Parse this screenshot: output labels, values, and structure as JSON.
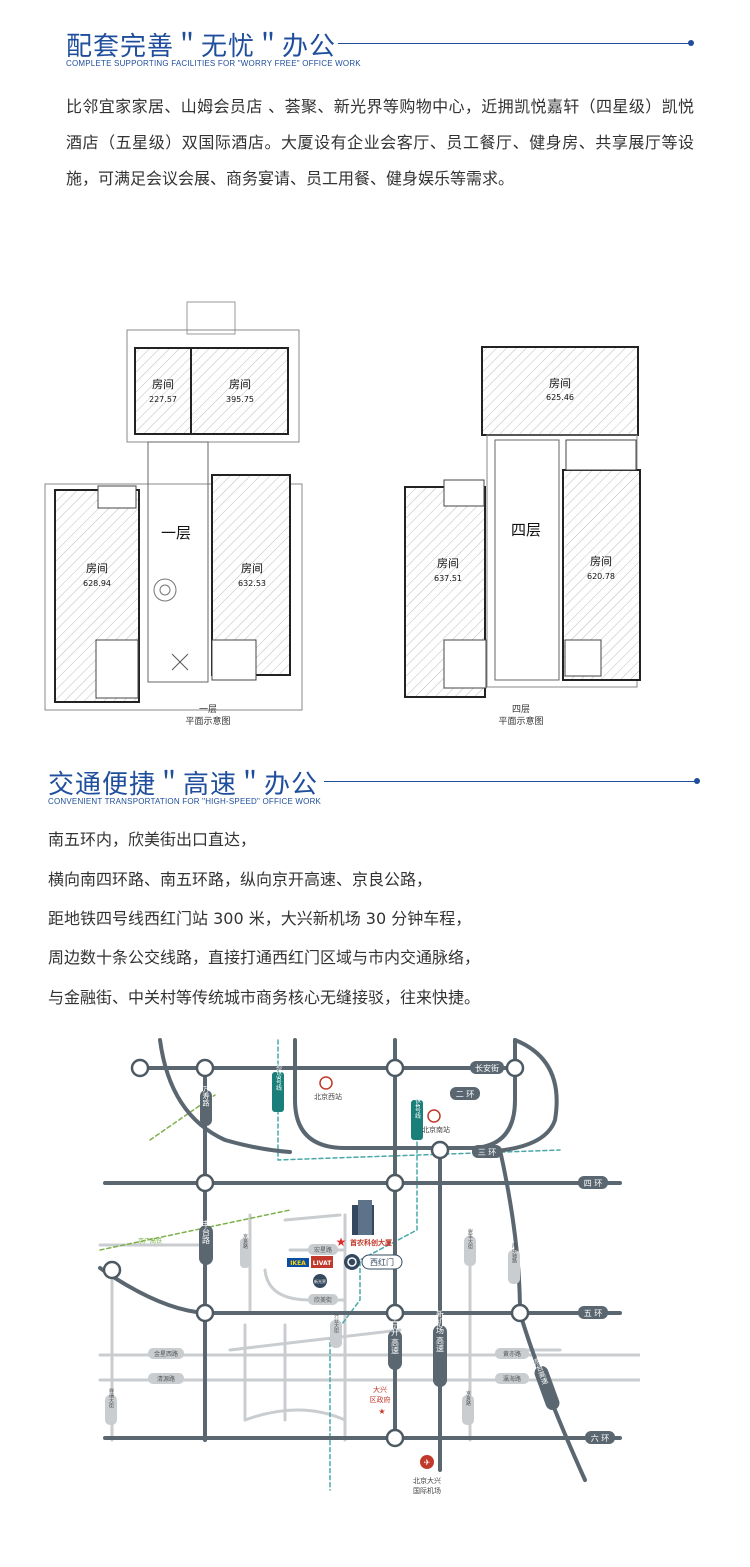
{
  "section1": {
    "title": "配套完善＂无忧＂办公",
    "subtitle": "COMPLETE SUPPORTING FACILITIES FOR \"WORRY FREE\" OFFICE WORK",
    "paragraph": "比邻宜家家居、山姆会员店 、荟聚、新光界等购物中心，近拥凯悦嘉轩（四星级）凯悦酒店（五星级）双国际酒店。大厦设有企业会客厅、员工餐厅、健身房、共享展厅等设施，可满足会议会展、商务宴请、员工用餐、健身娱乐等需求。"
  },
  "floorplans": {
    "floor1": {
      "label": "一层",
      "caption_line1": "一层",
      "caption_line2": "平面示意图",
      "rooms": [
        {
          "name": "房间",
          "area": "227.57"
        },
        {
          "name": "房间",
          "area": "395.75"
        },
        {
          "name": "房间",
          "area": "628.94"
        },
        {
          "name": "房间",
          "area": "632.53"
        }
      ]
    },
    "floor4": {
      "label": "四层",
      "caption_line1": "四层",
      "caption_line2": "平面示意图",
      "rooms": [
        {
          "name": "房间",
          "area": "625.46"
        },
        {
          "name": "房间",
          "area": "637.51"
        },
        {
          "name": "房间",
          "area": "620.78"
        }
      ]
    }
  },
  "section2": {
    "title": "交通便捷＂高速＂办公",
    "subtitle": "CONVENIENT TRANSPORTATION FOR \"HIGH-SPEED\" OFFICE WORK",
    "lines": [
      "南五环内，欣美街出口直达，",
      "横向南四环路、南五环路，纵向京开高速、京良公路，",
      "距地铁四号线西红门站 300 米，大兴新机场 30 分钟车程，",
      "周边数十条公交线路，直接打通西红门区域与市内交通脉络，",
      "与金融街、中关村等传统城市商务核心无缝接驳，往来快捷。"
    ]
  },
  "map": {
    "colors": {
      "ring": "#5a6770",
      "secondary": "#c4c9cd",
      "metro": "#1a7f7a",
      "rail_green": "#7db04a",
      "rail_teal": "#4aa8a8",
      "star": "#e02a2a",
      "node": "#4d5a62"
    },
    "labels": {
      "changan": "长安街",
      "ring2": "二 环",
      "ring3": "三 环",
      "ring4": "四 环",
      "ring5": "五 环",
      "ring6": "六 环",
      "beijing_west": "北京西站",
      "beijing_south": "北京南站",
      "metro9": "地铁9号线",
      "metro4": "地铁4号线",
      "wanshou": "万寿路",
      "fengtai": "丰台路",
      "line_fangshan": "房山线",
      "daxing_airport": "北京大兴\n国际机场",
      "building": "首农科创大厦",
      "xihongmen": "西红门",
      "ikea": "IKEA",
      "livat": "LIVAT",
      "xingguang": "新光界",
      "jingkai": "京开\n高速",
      "xinjichang": "新机场\n高速",
      "daxing_district": "大兴\n区政府",
      "jingtai": "京台高速",
      "jingliang": "京良路",
      "hongxing": "宏星路",
      "xinmei": "欣美街",
      "jinxing": "金星西路",
      "huangyi": "黄亦路",
      "qingyuan": "清源路",
      "xingfeng": "兴丰大街",
      "nanzhong": "南中轴路",
      "ying": "瀛海路",
      "xingye": "兴业大街",
      "xiangrui": "祥瑞大街",
      "jingliang2": "京良路",
      "rail_green_label": "京广高铁"
    }
  }
}
